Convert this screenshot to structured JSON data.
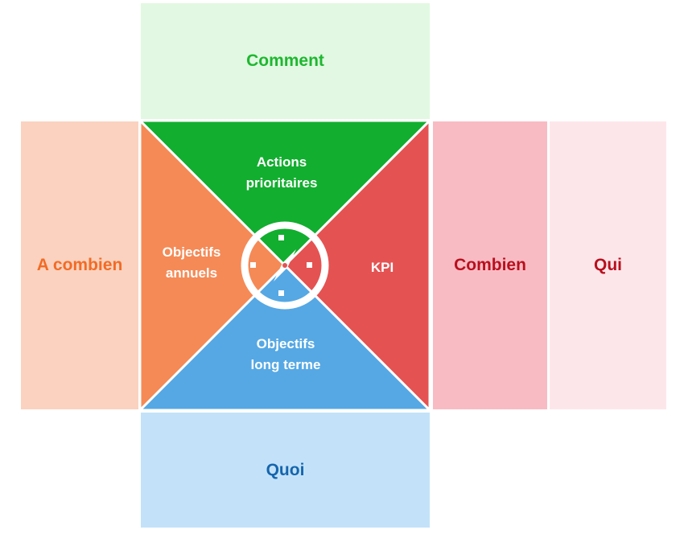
{
  "panels": {
    "top": {
      "label": "Comment",
      "bg": "#e2f8e2",
      "color": "#1db82f"
    },
    "left": {
      "label": "A combien",
      "bg": "#fad2bf",
      "color": "#f26b25"
    },
    "right1": {
      "label": "Combien",
      "bg": "#f9bbc3",
      "color": "#b8101e"
    },
    "right2": {
      "label": "Qui",
      "bg": "#fde6ea",
      "color": "#b8101e"
    },
    "bottom": {
      "label": "Quoi",
      "bg": "#c3e2f9",
      "color": "#1565ad"
    }
  },
  "triangles": {
    "top": {
      "label": "Actions\nprioritaires",
      "color": "#12ae2f"
    },
    "left": {
      "label": "Objectifs\nannuels",
      "color": "#f58a56"
    },
    "right": {
      "label": "KPI",
      "color": "#e55252"
    },
    "bottom": {
      "label": "Objectifs\nlong terme",
      "color": "#55a8e4"
    }
  },
  "center": {
    "icon": "compass-icon"
  }
}
